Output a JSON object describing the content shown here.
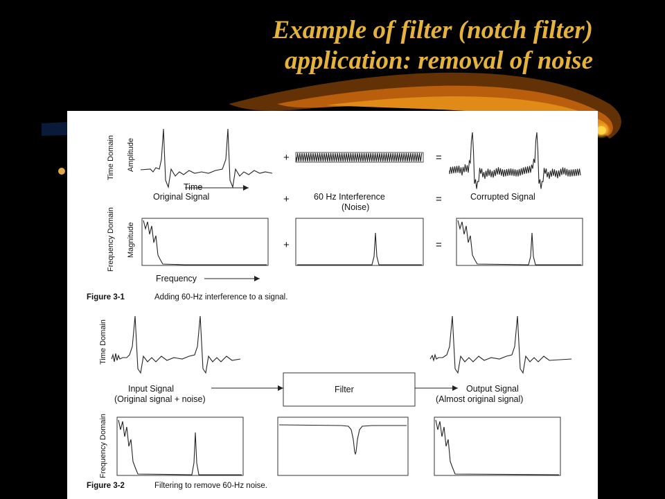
{
  "slide": {
    "title_line1": "Example of  filter (notch filter)",
    "title_line2": "application: removal of noise"
  },
  "figure1": {
    "row1_label_1": "Time Domain",
    "row1_label_2": "Amplitude",
    "row2_label_1": "Frequency Domain",
    "row2_label_2": "Magnitude",
    "time_axis": "Time",
    "freq_axis": "Frequency",
    "original": "Original Signal",
    "interference_1": "60 Hz Interference",
    "interference_2": "(Noise)",
    "corrupted": "Corrupted Signal",
    "plus": "+",
    "equals": "=",
    "caption_num": "Figure 3-1",
    "caption_text": "Adding 60-Hz interference to a signal."
  },
  "figure2": {
    "row1_label": "Time Domain",
    "row2_label": "Frequency Domain",
    "input_1": "Input Signal",
    "input_2": "(Original signal + noise)",
    "filter": "Filter",
    "output_1": "Output Signal",
    "output_2": "(Almost original signal)",
    "caption_num": "Figure 3-2",
    "caption_text": "Filtering to remove 60-Hz noise."
  }
}
